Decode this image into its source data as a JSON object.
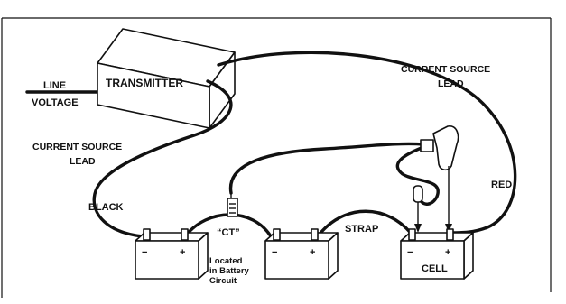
{
  "labels": {
    "transmitter": "TRANSMITTER",
    "line": "LINE",
    "voltage": "VOLTAGE",
    "current_source_lead_right_1": "CURRENT SOURCE",
    "current_source_lead_right_2": "LEAD",
    "current_source_lead_left_1": "CURRENT SOURCE",
    "current_source_lead_left_2": "LEAD",
    "black": "BLACK",
    "red": "RED",
    "strap": "STRAP",
    "ct": "“CT”",
    "located_1": "Located",
    "located_2": "in Battery",
    "located_3": "Circuit",
    "cell": "CELL"
  },
  "battery_terminals": {
    "minus": "−",
    "plus": "+"
  },
  "colors": {
    "line": "#111111",
    "background": "#ffffff"
  }
}
